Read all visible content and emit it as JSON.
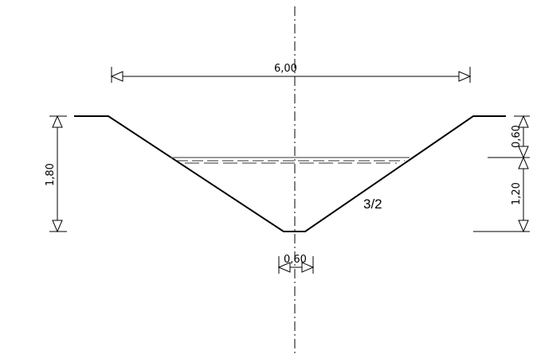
{
  "diagram": {
    "dimensions": {
      "top_width": "6,00",
      "total_depth": "1,80",
      "freeboard": "0,60",
      "water_depth": "1,20",
      "bottom_width": "0,60"
    },
    "slope_label": "3/2",
    "colors": {
      "line": "#000000",
      "water_line": "#777777",
      "background": "#ffffff"
    }
  }
}
